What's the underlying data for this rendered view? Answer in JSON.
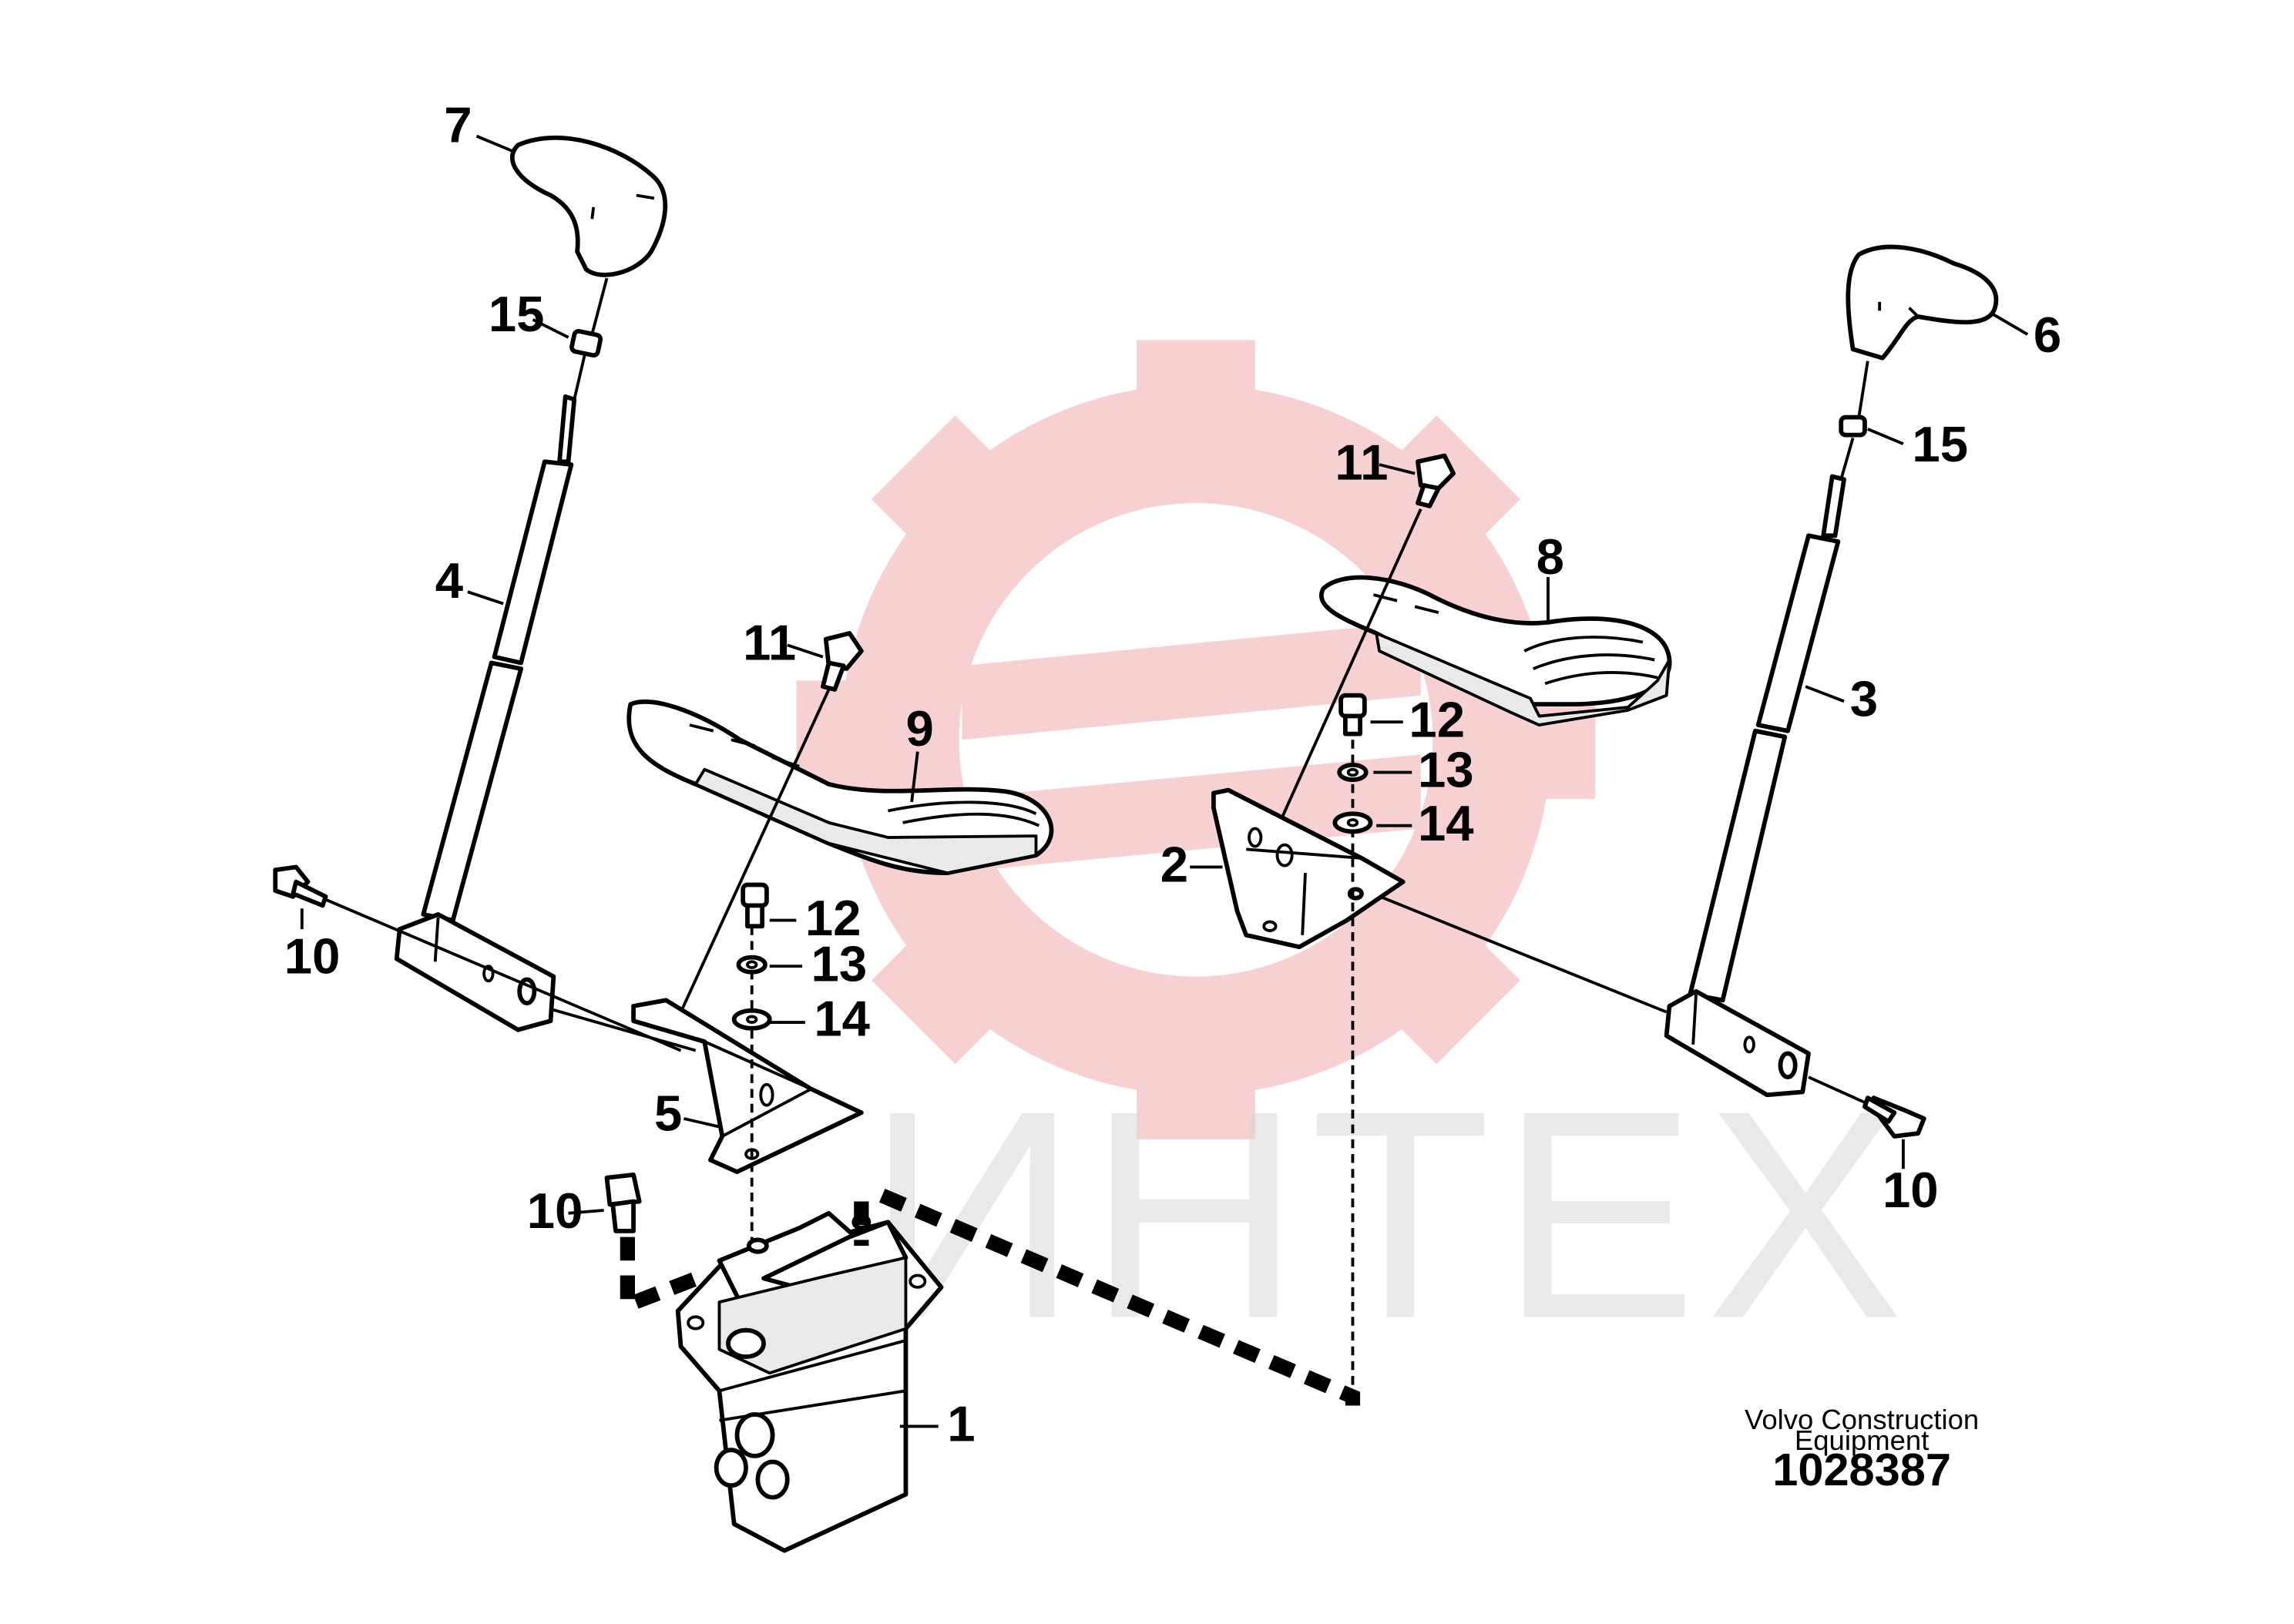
{
  "watermark": {
    "text": "ИНТЕХ",
    "gear_color": "#f6c9c9",
    "text_color": "#d8d8d8"
  },
  "callouts": [
    {
      "id": "c7",
      "label": "7"
    },
    {
      "id": "c15a",
      "label": "15"
    },
    {
      "id": "c4",
      "label": "4"
    },
    {
      "id": "c11a",
      "label": "11"
    },
    {
      "id": "c9",
      "label": "9"
    },
    {
      "id": "c10a",
      "label": "10"
    },
    {
      "id": "c12a",
      "label": "12"
    },
    {
      "id": "c13a",
      "label": "13"
    },
    {
      "id": "c14a",
      "label": "14"
    },
    {
      "id": "c5",
      "label": "5"
    },
    {
      "id": "c10b",
      "label": "10"
    },
    {
      "id": "c1",
      "label": "1"
    },
    {
      "id": "c11b",
      "label": "11"
    },
    {
      "id": "c8",
      "label": "8"
    },
    {
      "id": "c12b",
      "label": "12"
    },
    {
      "id": "c13b",
      "label": "13"
    },
    {
      "id": "c14b",
      "label": "14"
    },
    {
      "id": "c2",
      "label": "2"
    },
    {
      "id": "c6",
      "label": "6"
    },
    {
      "id": "c15b",
      "label": "15"
    },
    {
      "id": "c3",
      "label": "3"
    },
    {
      "id": "c10c",
      "label": "10"
    }
  ],
  "credit": {
    "line1": "Volvo Construction",
    "line2": "Equipment",
    "drawing_number": "1028387"
  }
}
